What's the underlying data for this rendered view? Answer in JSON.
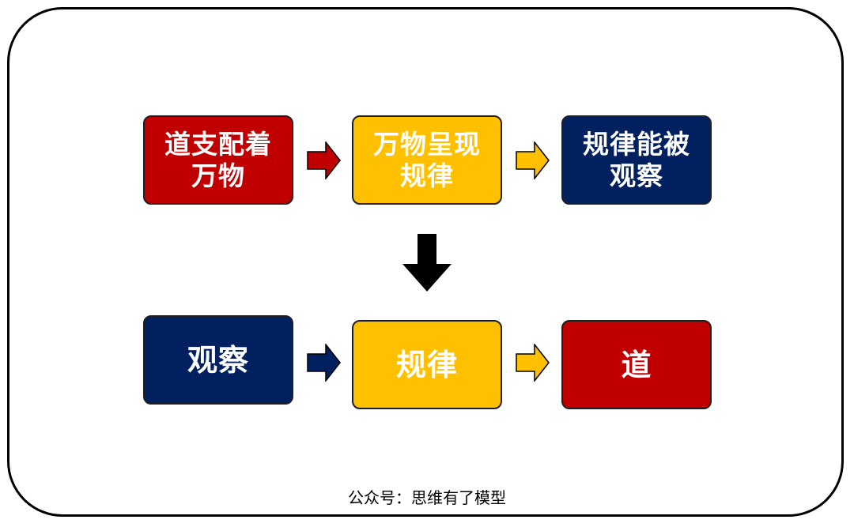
{
  "colors": {
    "red": "#c00000",
    "yellow": "#ffc000",
    "navy": "#002060",
    "black": "#000000"
  },
  "row1": [
    {
      "text": "道支配着\n万物",
      "color": "red"
    },
    {
      "text": "万物呈现\n规律",
      "color": "yellow"
    },
    {
      "text": "规律能被\n观察",
      "color": "navy"
    }
  ],
  "row2": [
    {
      "text": "观察",
      "color": "navy"
    },
    {
      "text": "规律",
      "color": "yellow"
    },
    {
      "text": "道",
      "color": "red"
    }
  ],
  "arrows": [
    {
      "direction": "right",
      "color": "red"
    },
    {
      "direction": "right",
      "color": "yellow"
    },
    {
      "direction": "down",
      "color": "black"
    },
    {
      "direction": "right",
      "color": "navy"
    },
    {
      "direction": "right",
      "color": "yellow"
    }
  ],
  "footer": "公众号：思维有了模型"
}
